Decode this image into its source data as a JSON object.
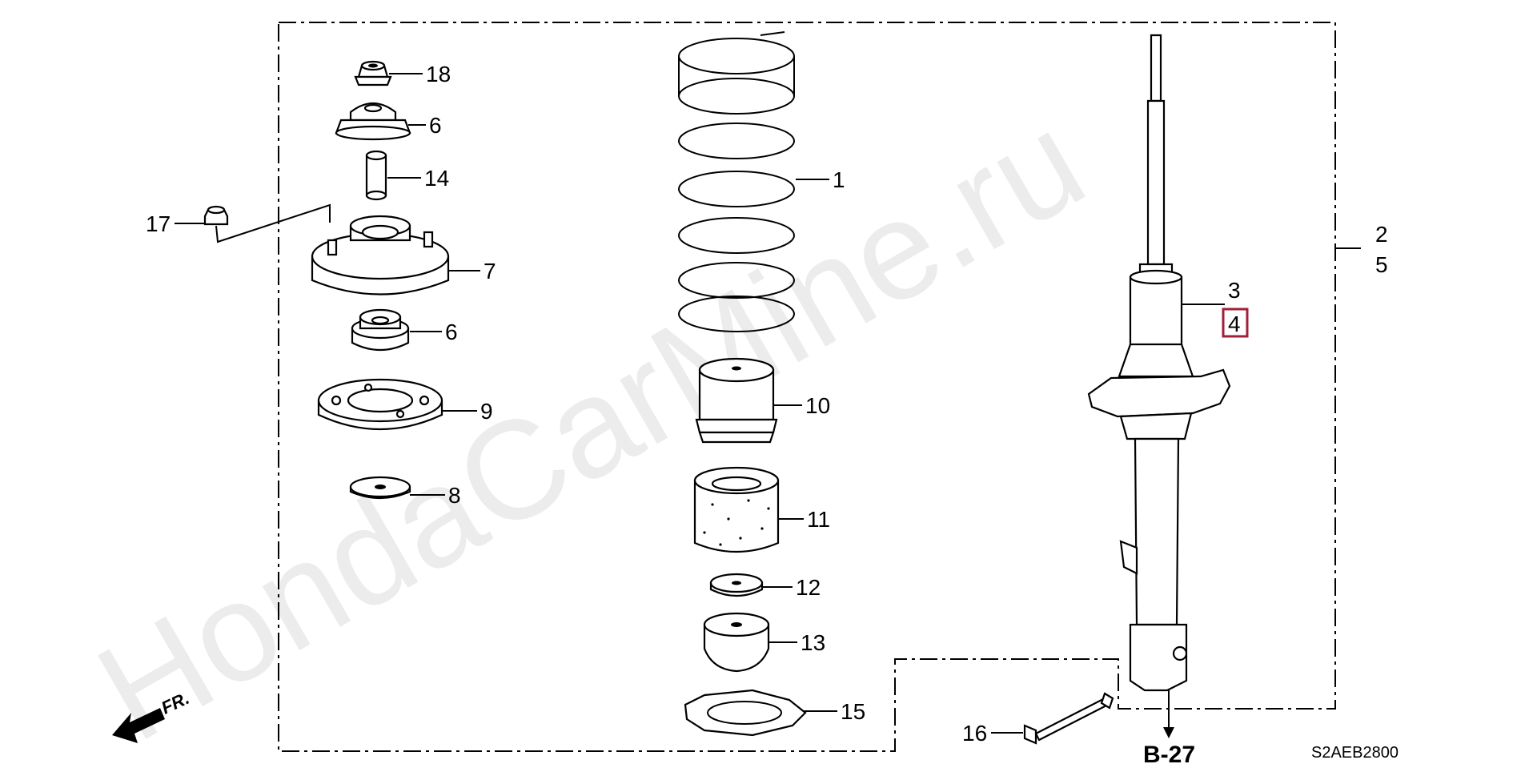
{
  "watermark": "HondaCarMine.ru",
  "diagram_code": "S2AEB2800",
  "reference": "B-27",
  "front_indicator": "FR.",
  "highlight_color": "#a0203a",
  "callouts": {
    "p1": "1",
    "p2": "2",
    "p3": "3",
    "p4": "4",
    "p5": "5",
    "p6a": "6",
    "p6b": "6",
    "p7": "7",
    "p8": "8",
    "p9": "9",
    "p10": "10",
    "p11": "11",
    "p12": "12",
    "p13": "13",
    "p14": "14",
    "p15": "15",
    "p16": "16",
    "p17": "17",
    "p18": "18"
  }
}
